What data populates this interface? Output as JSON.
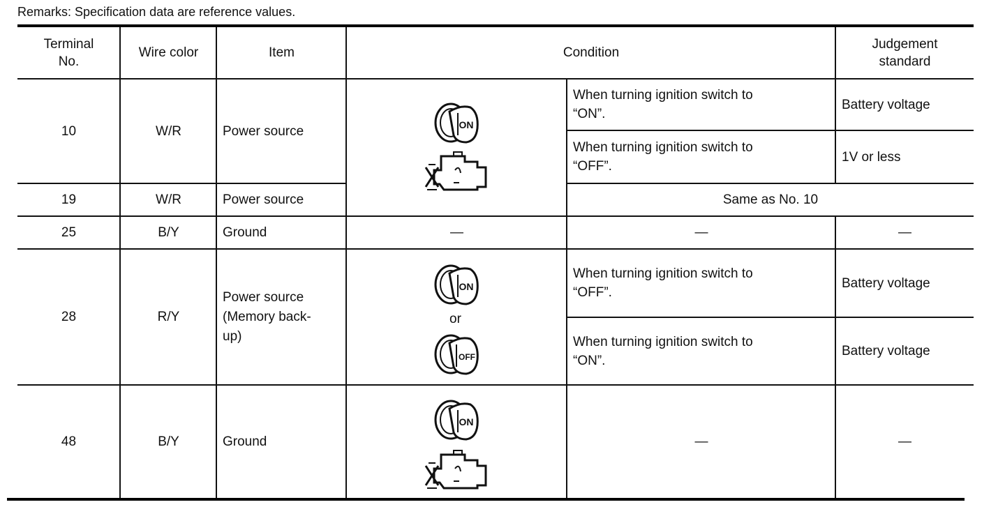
{
  "remarks": "Remarks: Specification data are reference values.",
  "headers": {
    "terminal_no": [
      "Terminal",
      "No."
    ],
    "wire_color": "Wire color",
    "item": "Item",
    "condition": "Condition",
    "judgement": [
      "Judgement",
      "standard"
    ]
  },
  "rows": {
    "r10": {
      "terminal": "10",
      "wire": "W/R",
      "item": "Power source",
      "cond_a": [
        "When turning ignition switch to",
        "“ON”."
      ],
      "judge_a": "Battery voltage",
      "cond_b": [
        "When turning ignition switch to",
        "“OFF”."
      ],
      "judge_b": "1V or less"
    },
    "r19": {
      "terminal": "19",
      "wire": "W/R",
      "item": "Power source",
      "same_as": "Same as No. 10"
    },
    "r25": {
      "terminal": "25",
      "wire": "B/Y",
      "item": "Ground",
      "icon": "—",
      "condition": "—",
      "judge": "—"
    },
    "r28": {
      "terminal": "28",
      "wire": "R/Y",
      "item": [
        "Power source",
        "(Memory back-",
        "up)"
      ],
      "or": "or",
      "cond_a": [
        "When turning ignition switch to",
        "“OFF”."
      ],
      "judge_a": "Battery voltage",
      "cond_b": [
        "When turning ignition switch to",
        "“ON”."
      ],
      "judge_b": "Battery voltage"
    },
    "r48": {
      "terminal": "48",
      "wire": "B/Y",
      "item": "Ground",
      "condition": "—",
      "judge": "—"
    }
  },
  "icons": {
    "key_on_label": "ON",
    "key_off_label": "OFF",
    "engine": "engine-stopped-icon"
  }
}
